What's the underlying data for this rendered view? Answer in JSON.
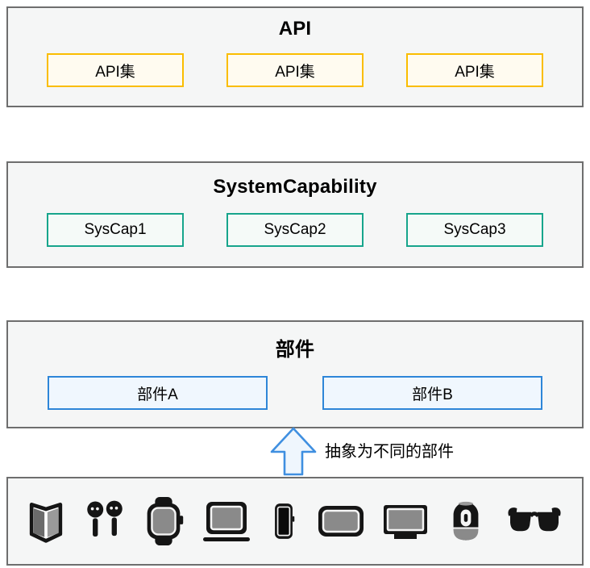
{
  "layers": [
    {
      "id": "api",
      "title": "API",
      "items": [
        "API集",
        "API集",
        "API集"
      ],
      "accent_color": "#FABD00",
      "item_background": "#FFFBF0"
    },
    {
      "id": "syscap",
      "title": "SystemCapability",
      "items": [
        "SysCap1",
        "SysCap2",
        "SysCap3"
      ],
      "accent_color": "#17A58C",
      "item_background": "#F5FAF8"
    },
    {
      "id": "component",
      "title": "部件",
      "items": [
        "部件A",
        "部件B"
      ],
      "accent_color": "#2E86D8",
      "item_background": "#F0F7FE"
    }
  ],
  "arrow": {
    "label": "抽象为不同的部件",
    "stroke_color": "#3F8FE0",
    "fill_color": "#EFF6FD",
    "direction": "up"
  },
  "devices": {
    "icons": [
      "foldable-phone-icon",
      "earbuds-icon",
      "smartwatch-icon",
      "laptop-icon",
      "phone-icon",
      "tablet-icon",
      "tv-icon",
      "smart-speaker-icon",
      "smart-glasses-icon"
    ]
  },
  "frame": {
    "border_color": "#6E6E6E",
    "section_background": "#F5F6F6"
  }
}
